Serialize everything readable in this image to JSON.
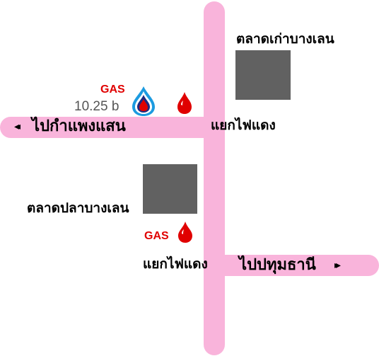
{
  "colors": {
    "road": "#f9b4db",
    "block": "#616161",
    "gas_text": "#e00000",
    "drop_red": "#e00000",
    "ptt_blue": "#1c9be0",
    "ptt_navy": "#1d2a80"
  },
  "roads": {
    "west_label": "ไปกำแพงแสน",
    "west_arrow": "◂◂",
    "east_label": "ไปปทุมธานี",
    "east_arrow": "▸▸"
  },
  "intersections": {
    "upper": "แยกไฟแดง",
    "lower": "แยกไฟแดง"
  },
  "markets": {
    "top_right": "ตลาดเก่าบางเลน",
    "middle_left": "ตลาดปลาบางเลน"
  },
  "gas_upper": {
    "label": "GAS",
    "price": "10.25 b",
    "logo_icon": "ptt-drop-logo-icon",
    "drop_icon": "gas-drop-icon"
  },
  "gas_lower": {
    "label": "GAS",
    "drop_icon": "gas-drop-icon"
  }
}
